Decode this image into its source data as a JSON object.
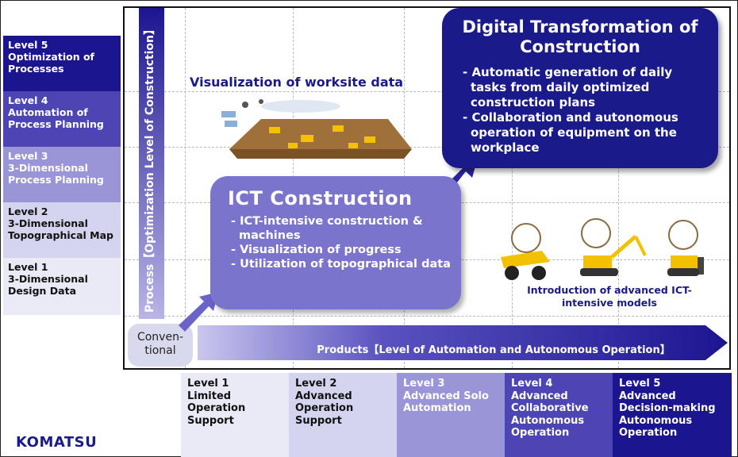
{
  "left_levels": [
    {
      "level": "Level 5",
      "name": "Optimization of Processes"
    },
    {
      "level": "Level 4",
      "name": "Automation of Process Planning"
    },
    {
      "level": "Level 3",
      "name": "3-Dimensional Process Planning"
    },
    {
      "level": "Level 2",
      "name": "3-Dimensional Topographical Map"
    },
    {
      "level": "Level 1",
      "name": "3-Dimensional Design Data"
    }
  ],
  "bottom_levels": [
    {
      "level": "Level 1",
      "name": "Limited Operation Support"
    },
    {
      "level": "Level 2",
      "name": "Advanced Operation Support"
    },
    {
      "level": "Level 3",
      "name": "Advanced Solo Automation"
    },
    {
      "level": "Level 4",
      "name": "Advanced Collaborative Autonomous Operation"
    },
    {
      "level": "Level 5",
      "name": "Advanced Decision-making Autonomous Operation"
    }
  ],
  "axes": {
    "vertical": "Process【Optimization Level of Construction】",
    "horizontal": "Products【Level of Automation and Autonomous Operation】"
  },
  "conventional": "Conven- tional",
  "dt_card": {
    "title": "Digital Transformation of Construction",
    "items": [
      "- Automatic generation of daily tasks from daily optimized construction plans",
      "- Collaboration and autonomous operation of equipment on the workplace"
    ]
  },
  "ict_card": {
    "title": "ICT Construction",
    "items": [
      "- ICT-intensive construction & machines",
      "- Visualization of progress",
      "- Utilization of topographical data"
    ]
  },
  "visualization_title": "Visualization of worksite data",
  "advanced_caption": "Introduction of advanced ICT-intensive models",
  "logo": "KOMATSU",
  "colors": {
    "level1": "#eaeaf6",
    "level2": "#d5d4ee",
    "level3": "#9a95d6",
    "level4": "#4e45b4",
    "level5": "#1c1590",
    "dark_blue": "#1a1a8a",
    "ict_purple": "#7b74cc"
  }
}
